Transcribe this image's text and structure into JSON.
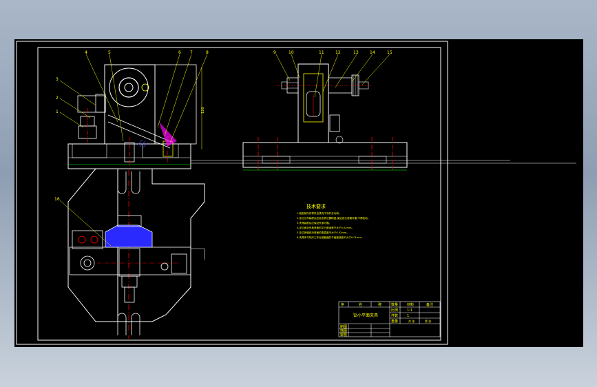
{
  "callouts_front": [
    "4",
    "5",
    "6",
    "7",
    "8",
    "3",
    "2",
    "1"
  ],
  "callouts_side": [
    "9",
    "10",
    "11",
    "12",
    "13",
    "14",
    "15"
  ],
  "callout_top": "16",
  "tech_requirements": {
    "title": "技术要求",
    "lines": [
      "1.装配前所有零件应清洗干净并去毛刺。",
      "2.定位元件装配后应检查其位置精度,保证定位准确可靠,不得松动。",
      "3.夹具装配后应保证夹紧可靠。",
      "4.定位面对夹具底面的平行度误差不大于0.02mm。",
      "5.定位销轴线对底面的垂直度不大于0.02mm。",
      "6.夹具体与机床工作台接触面的平面度误差不大于0.01mm。"
    ]
  },
  "title_block": {
    "drawing_name": "钻小平面夹具",
    "header_row": [
      "序",
      "名",
      "称",
      "",
      "数量",
      "材料",
      "备注"
    ],
    "side_labels": [
      "比例",
      "件数",
      "重量"
    ],
    "side_values": [
      "1:1",
      "1",
      ""
    ],
    "small_cells": [
      "共 张",
      "第 张"
    ],
    "sign_labels": [
      "制图",
      "描图",
      "审核"
    ]
  },
  "colors": {
    "outline": "#ffffff",
    "part": "#ffff00",
    "dimension": "#00ff00",
    "centerline": "#ff0000",
    "accent": "#ff00ff",
    "hidden": "#00ffff",
    "hatch": "#4b4bff"
  }
}
